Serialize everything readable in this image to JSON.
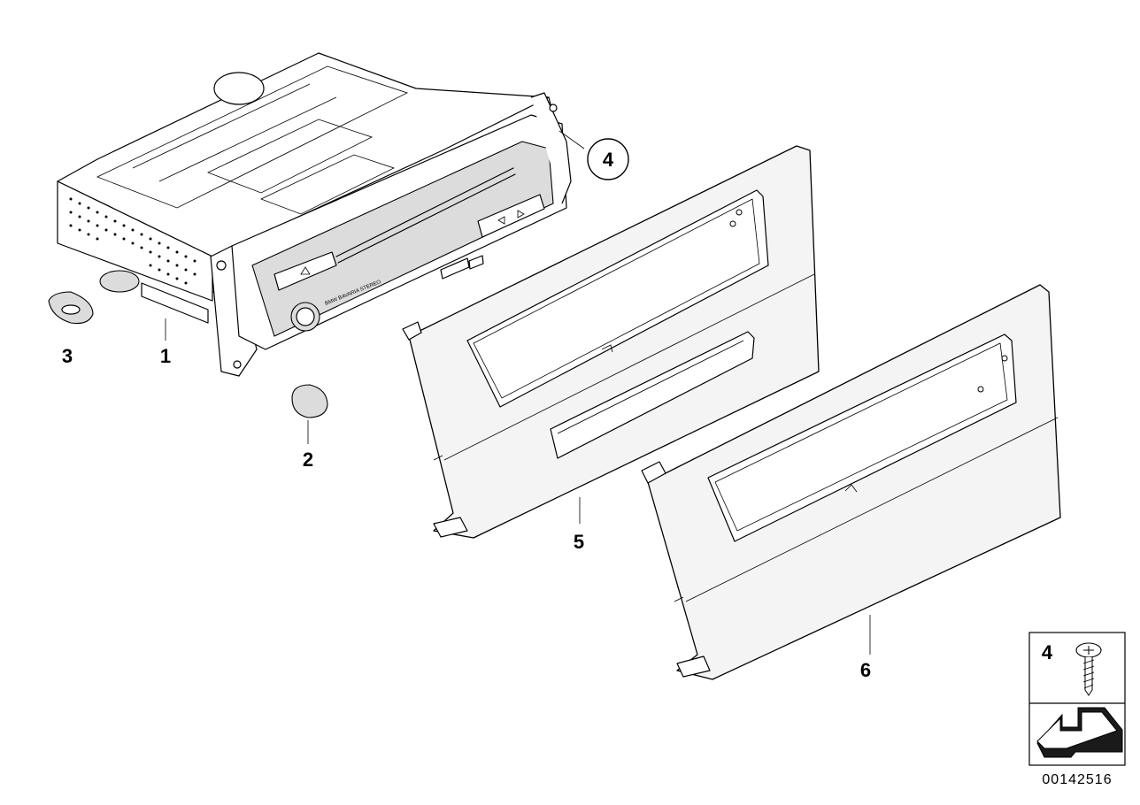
{
  "diagram": {
    "callouts": [
      {
        "id": "1",
        "label": "1"
      },
      {
        "id": "2",
        "label": "2"
      },
      {
        "id": "3",
        "label": "3"
      },
      {
        "id": "4",
        "label": "4"
      },
      {
        "id": "5",
        "label": "5"
      },
      {
        "id": "6",
        "label": "6"
      }
    ],
    "legend": {
      "screw_label": "4"
    },
    "radio_faceplate_text": "BMW BAVARIA STEREO",
    "catalog_number": "00142516"
  }
}
